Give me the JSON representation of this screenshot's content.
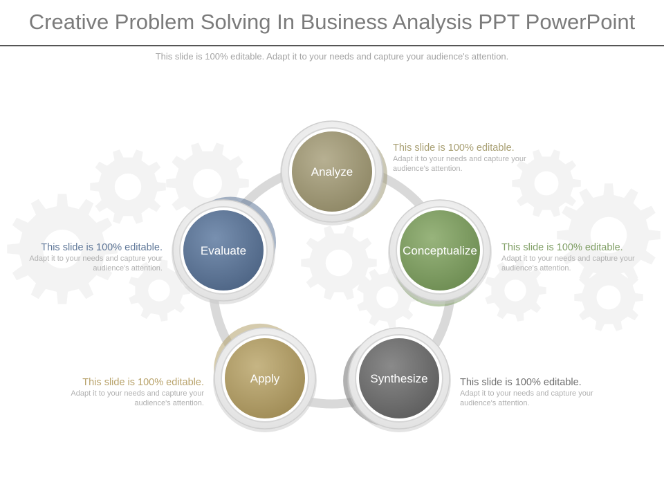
{
  "title": "Creative Problem Solving In Business Analysis PPT PowerPoint",
  "subtitle": "This slide is 100% editable. Adapt it to your needs and capture your audience's attention.",
  "colors": {
    "analyze": "#a19a78",
    "conceptualize": "#7f9e64",
    "synthesize": "#717171",
    "apply": "#b3a06a",
    "evaluate": "#5f7798",
    "ring": "#d9d9d9",
    "gear": "#f3f3f3"
  },
  "nodes": [
    {
      "id": "analyze",
      "label": "Analyze"
    },
    {
      "id": "conceptualize",
      "label": "Conceptualize"
    },
    {
      "id": "synthesize",
      "label": "Synthesize"
    },
    {
      "id": "apply",
      "label": "Apply"
    },
    {
      "id": "evaluate",
      "label": "Evaluate"
    }
  ],
  "notes": {
    "analyze": {
      "head": "This slide is 100% editable.",
      "body": "Adapt it to your needs and capture your audience's attention."
    },
    "conceptualize": {
      "head": "This slide is 100% editable.",
      "body": "Adapt it to your needs and capture your audience's attention."
    },
    "synthesize": {
      "head": "This slide is 100% editable.",
      "body": "Adapt it to your needs and capture your audience's attention."
    },
    "apply": {
      "head": "This slide is 100% editable.",
      "body": "Adapt it to your needs and capture your audience's attention."
    },
    "evaluate": {
      "head": "This slide is 100% editable.",
      "body": "Adapt it to your needs and capture your audience's attention."
    }
  },
  "icons": {
    "background": "gear-icon"
  }
}
